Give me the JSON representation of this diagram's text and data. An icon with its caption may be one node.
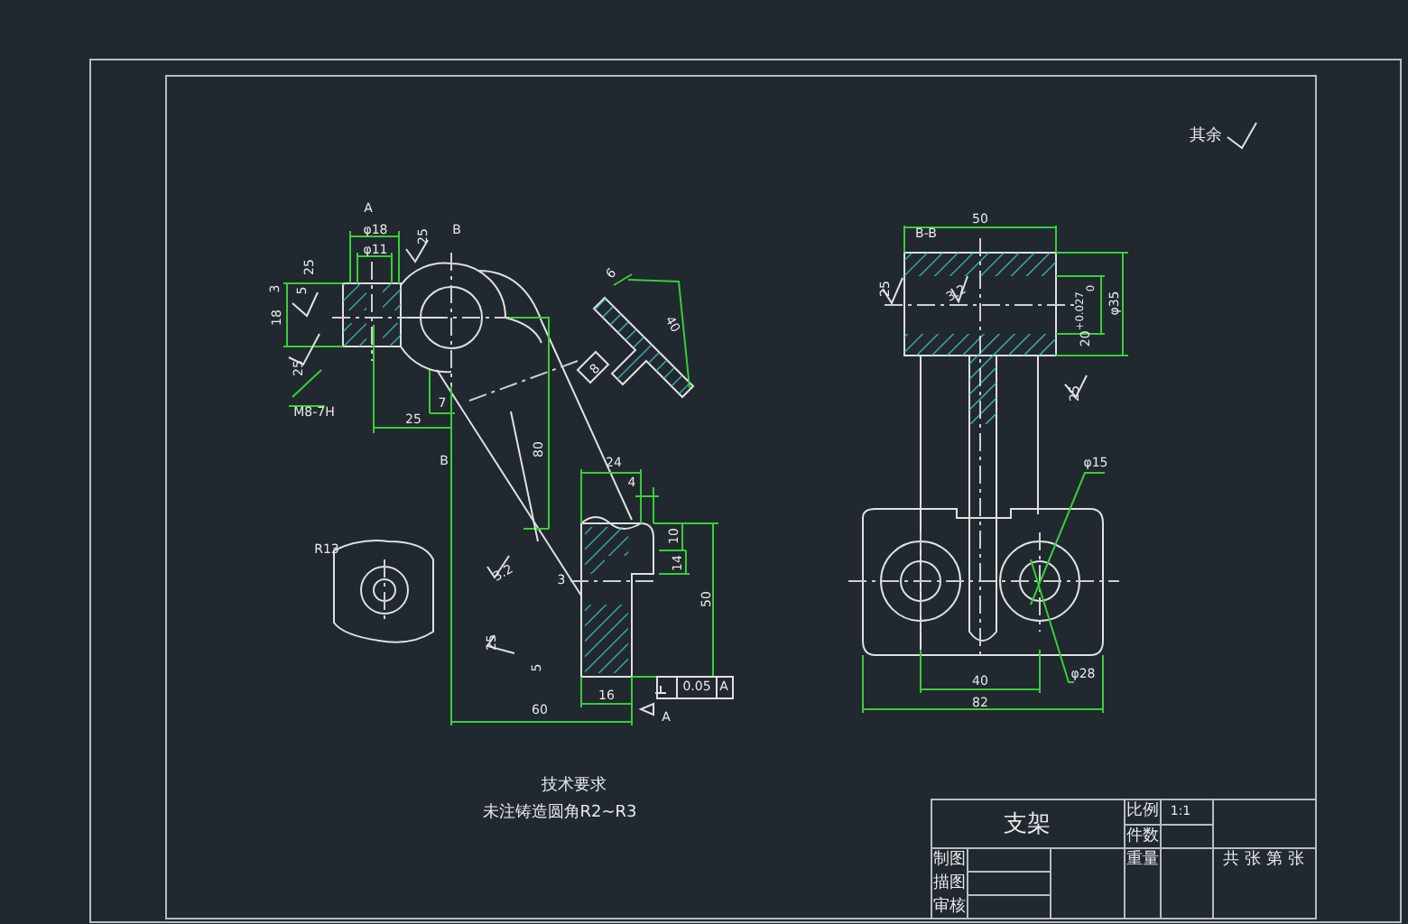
{
  "diagram": {
    "labels": [
      "A",
      "φ18",
      "B",
      "B-B",
      "φ11",
      "25",
      "25",
      "3",
      "18",
      "5",
      "25",
      "M8-7H",
      "6",
      "40",
      "8",
      "7",
      "25",
      "80",
      "B",
      "24",
      "4",
      "10",
      "R13",
      "3.2",
      "14",
      "3",
      "50",
      "25",
      "5",
      "0.05",
      "A",
      "16",
      "60",
      "A",
      "其余",
      "50",
      "25",
      "3.2",
      "20$^{+0.027}$$_{0}$",
      "φ35",
      "25",
      "φ15",
      "φ28",
      "40",
      "82",
      "技术要求",
      "未注铸造圆角R2~R3",
      "支架",
      "比例",
      "1:1",
      "件数",
      "制图",
      "重量",
      "共 张 第 张",
      "描图",
      "审核"
    ]
  }
}
